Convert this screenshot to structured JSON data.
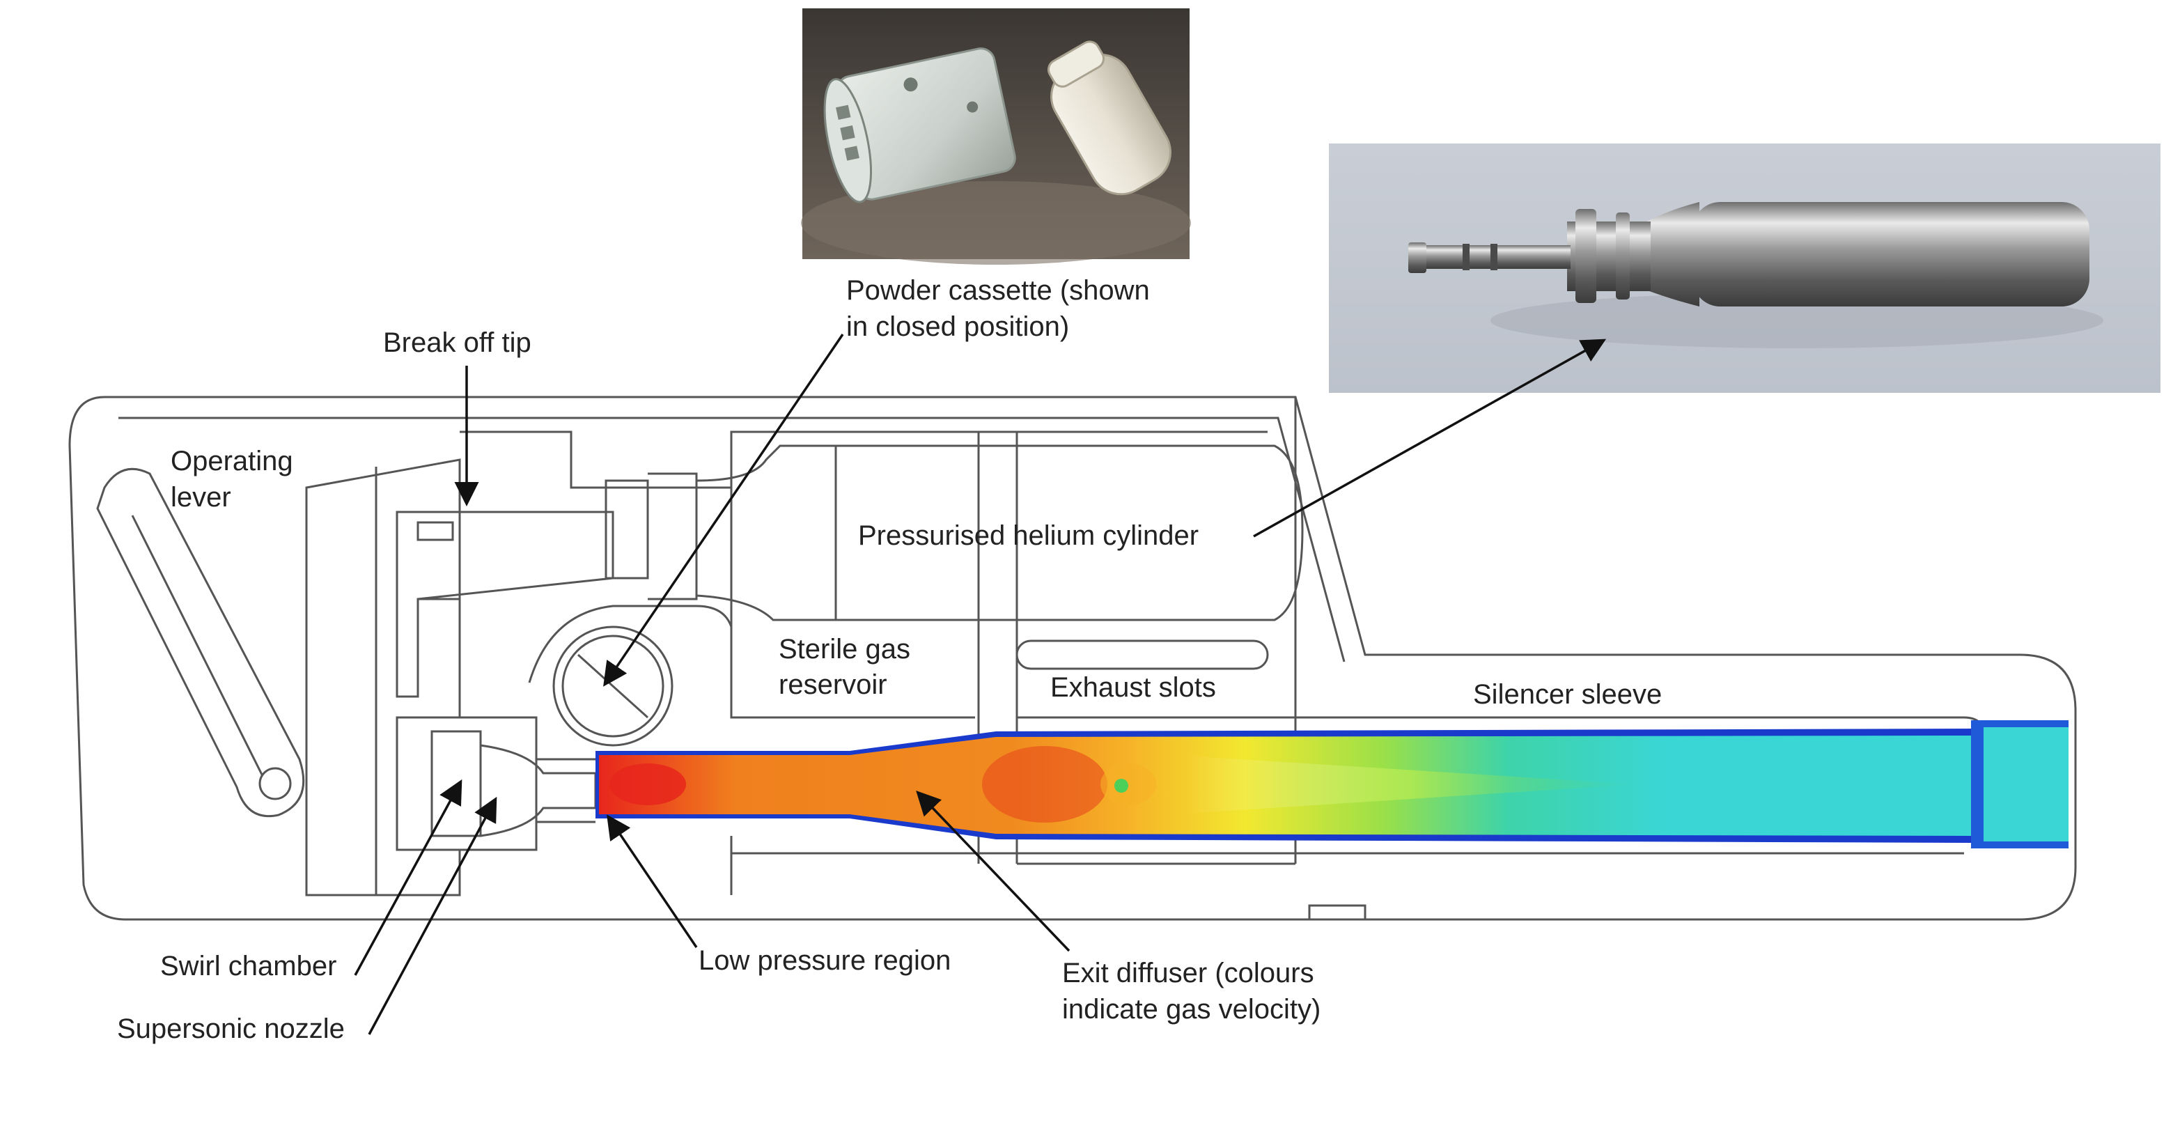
{
  "photos": {
    "powder_cassette_photo": "powder-cassette-photo",
    "helium_cylinder_photo": "helium-cylinder-photo"
  },
  "labels": {
    "powder_cassette_line1": "Powder cassette (shown",
    "powder_cassette_line2": "in closed position)",
    "break_off_tip": "Break off tip",
    "operating_lever_line1": "Operating",
    "operating_lever_line2": "lever",
    "pressurised_helium_cylinder": "Pressurised helium cylinder",
    "sterile_gas_line1": "Sterile gas",
    "sterile_gas_line2": "reservoir",
    "exhaust_slots": "Exhaust slots",
    "silencer_sleeve": "Silencer sleeve",
    "swirl_chamber": "Swirl chamber",
    "supersonic_nozzle": "Supersonic nozzle",
    "low_pressure_region": "Low pressure region",
    "exit_diffuser_line1": "Exit diffuser (colours",
    "exit_diffuser_line2": "indicate gas velocity)"
  },
  "colors": {
    "outline": "#555555",
    "velocity_high": "#e8261c",
    "velocity_mid": "#f5a623",
    "velocity_yellow": "#f2e830",
    "velocity_green": "#4cd05a",
    "velocity_cyan": "#3ad6d6",
    "velocity_low": "#1f5ad8"
  }
}
